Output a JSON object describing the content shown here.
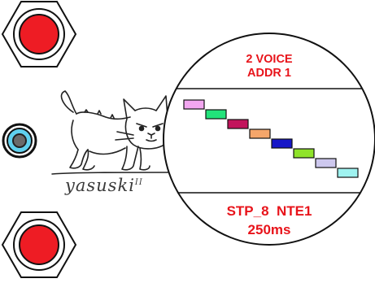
{
  "buttons": {
    "top": {
      "icon": "red-push-button-icon"
    },
    "bottom": {
      "icon": "red-push-button-icon"
    }
  },
  "jack": {
    "icon": "audio-jack-icon"
  },
  "branding": {
    "mascot_icon": "cat-mascot-icon",
    "signature": "yasuski",
    "signature_suffix": "II"
  },
  "display": {
    "line1": "2 VOICE",
    "line2": "ADDR 1",
    "mode_label": "STP_8  NTE1",
    "time_label": "250ms",
    "text_color": "#e8141b",
    "steps": [
      {
        "index": 1,
        "level": 8,
        "color": "#f2a6f0"
      },
      {
        "index": 2,
        "level": 7,
        "color": "#22e37a"
      },
      {
        "index": 3,
        "level": 6,
        "color": "#c2145c"
      },
      {
        "index": 4,
        "level": 5,
        "color": "#f5a66a"
      },
      {
        "index": 5,
        "level": 4,
        "color": "#1616c8"
      },
      {
        "index": 6,
        "level": 3,
        "color": "#8fe32a"
      },
      {
        "index": 7,
        "level": 2,
        "color": "#cdc8ee"
      },
      {
        "index": 8,
        "level": 1,
        "color": "#9ff3f0"
      }
    ]
  }
}
